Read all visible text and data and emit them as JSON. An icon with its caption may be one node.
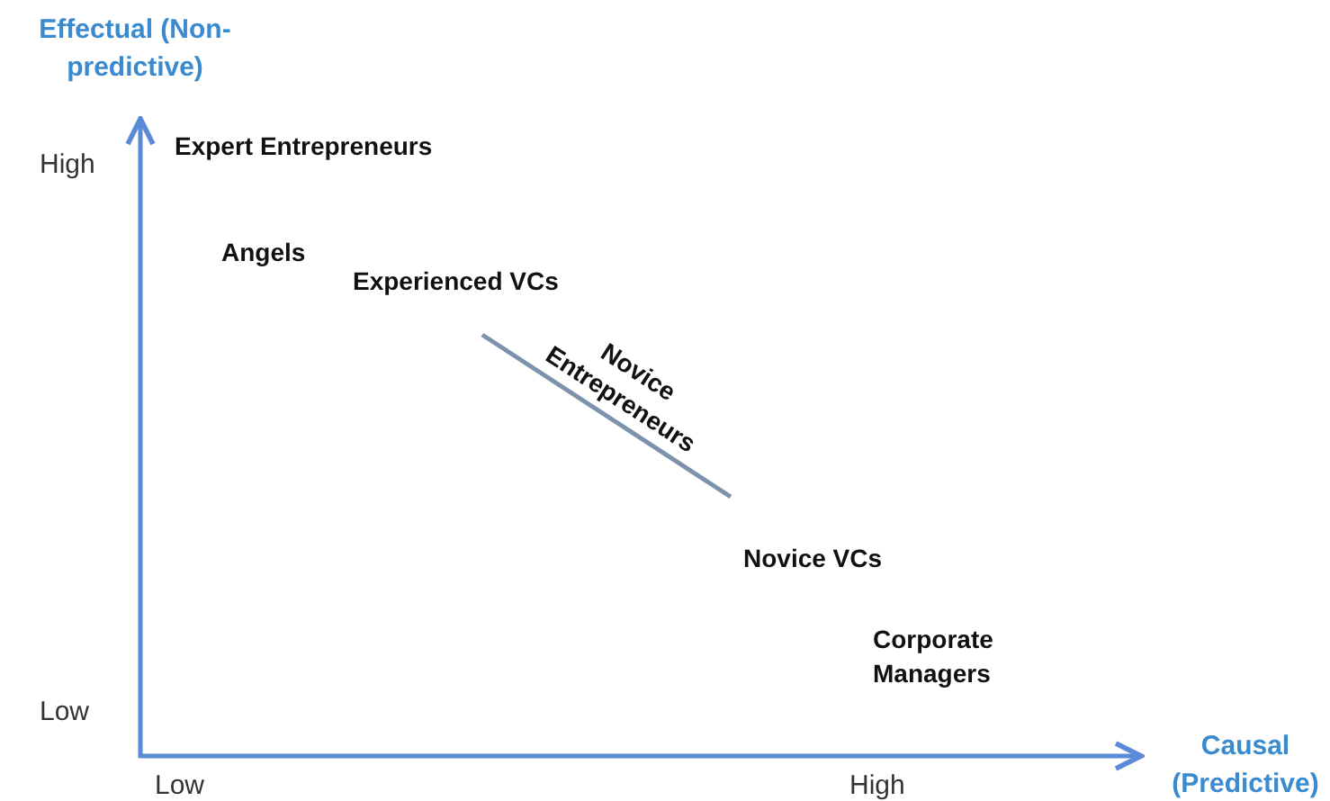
{
  "diagram": {
    "labels": [
      "Effectual (Non-predictive)",
      "High",
      "Expert Entrepreneurs",
      "Angels",
      "Experienced VCs",
      "Novice Entrepreneurs",
      "Novice VCs",
      "Corporate Managers",
      "Low",
      "Low",
      "High",
      "Causal (Predictive)"
    ]
  }
}
